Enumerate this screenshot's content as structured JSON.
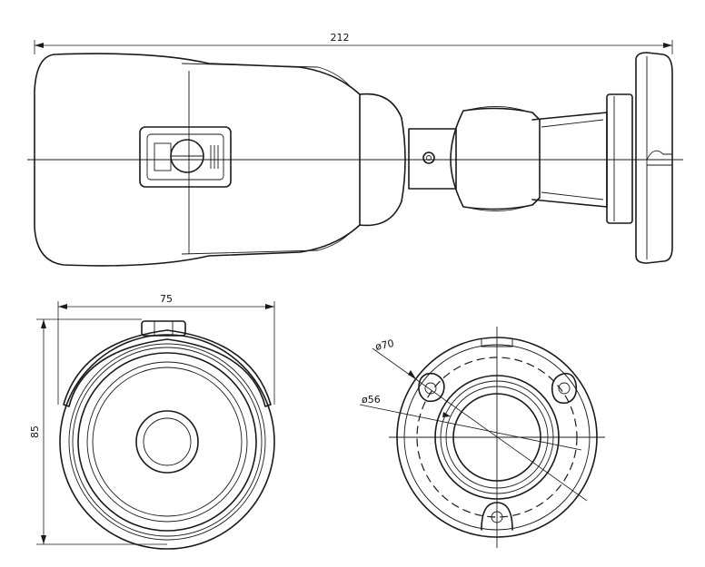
{
  "dimensions": {
    "total_length": "212",
    "front_width": "75",
    "front_height": "85",
    "mount_outer_diameter": "ø70",
    "mount_inner_diameter": "ø56"
  },
  "colors": {
    "line": "#1a1a1a",
    "background": "#ffffff"
  }
}
